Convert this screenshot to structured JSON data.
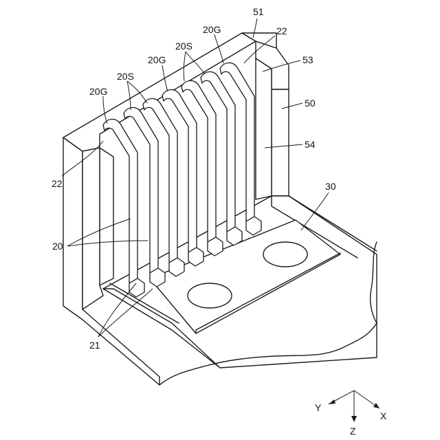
{
  "labels": {
    "l51": "51",
    "l22a": "22",
    "l20Ga": "20G",
    "l53": "53",
    "l20Sa": "20S",
    "l20Gb": "20G",
    "l20Sb": "20S",
    "l20Gc": "20G",
    "l50": "50",
    "l54": "54",
    "l22b": "22",
    "l30": "30",
    "l20": "20",
    "l21": "21"
  },
  "axes": {
    "x": "X",
    "y": "Y",
    "z": "Z"
  }
}
